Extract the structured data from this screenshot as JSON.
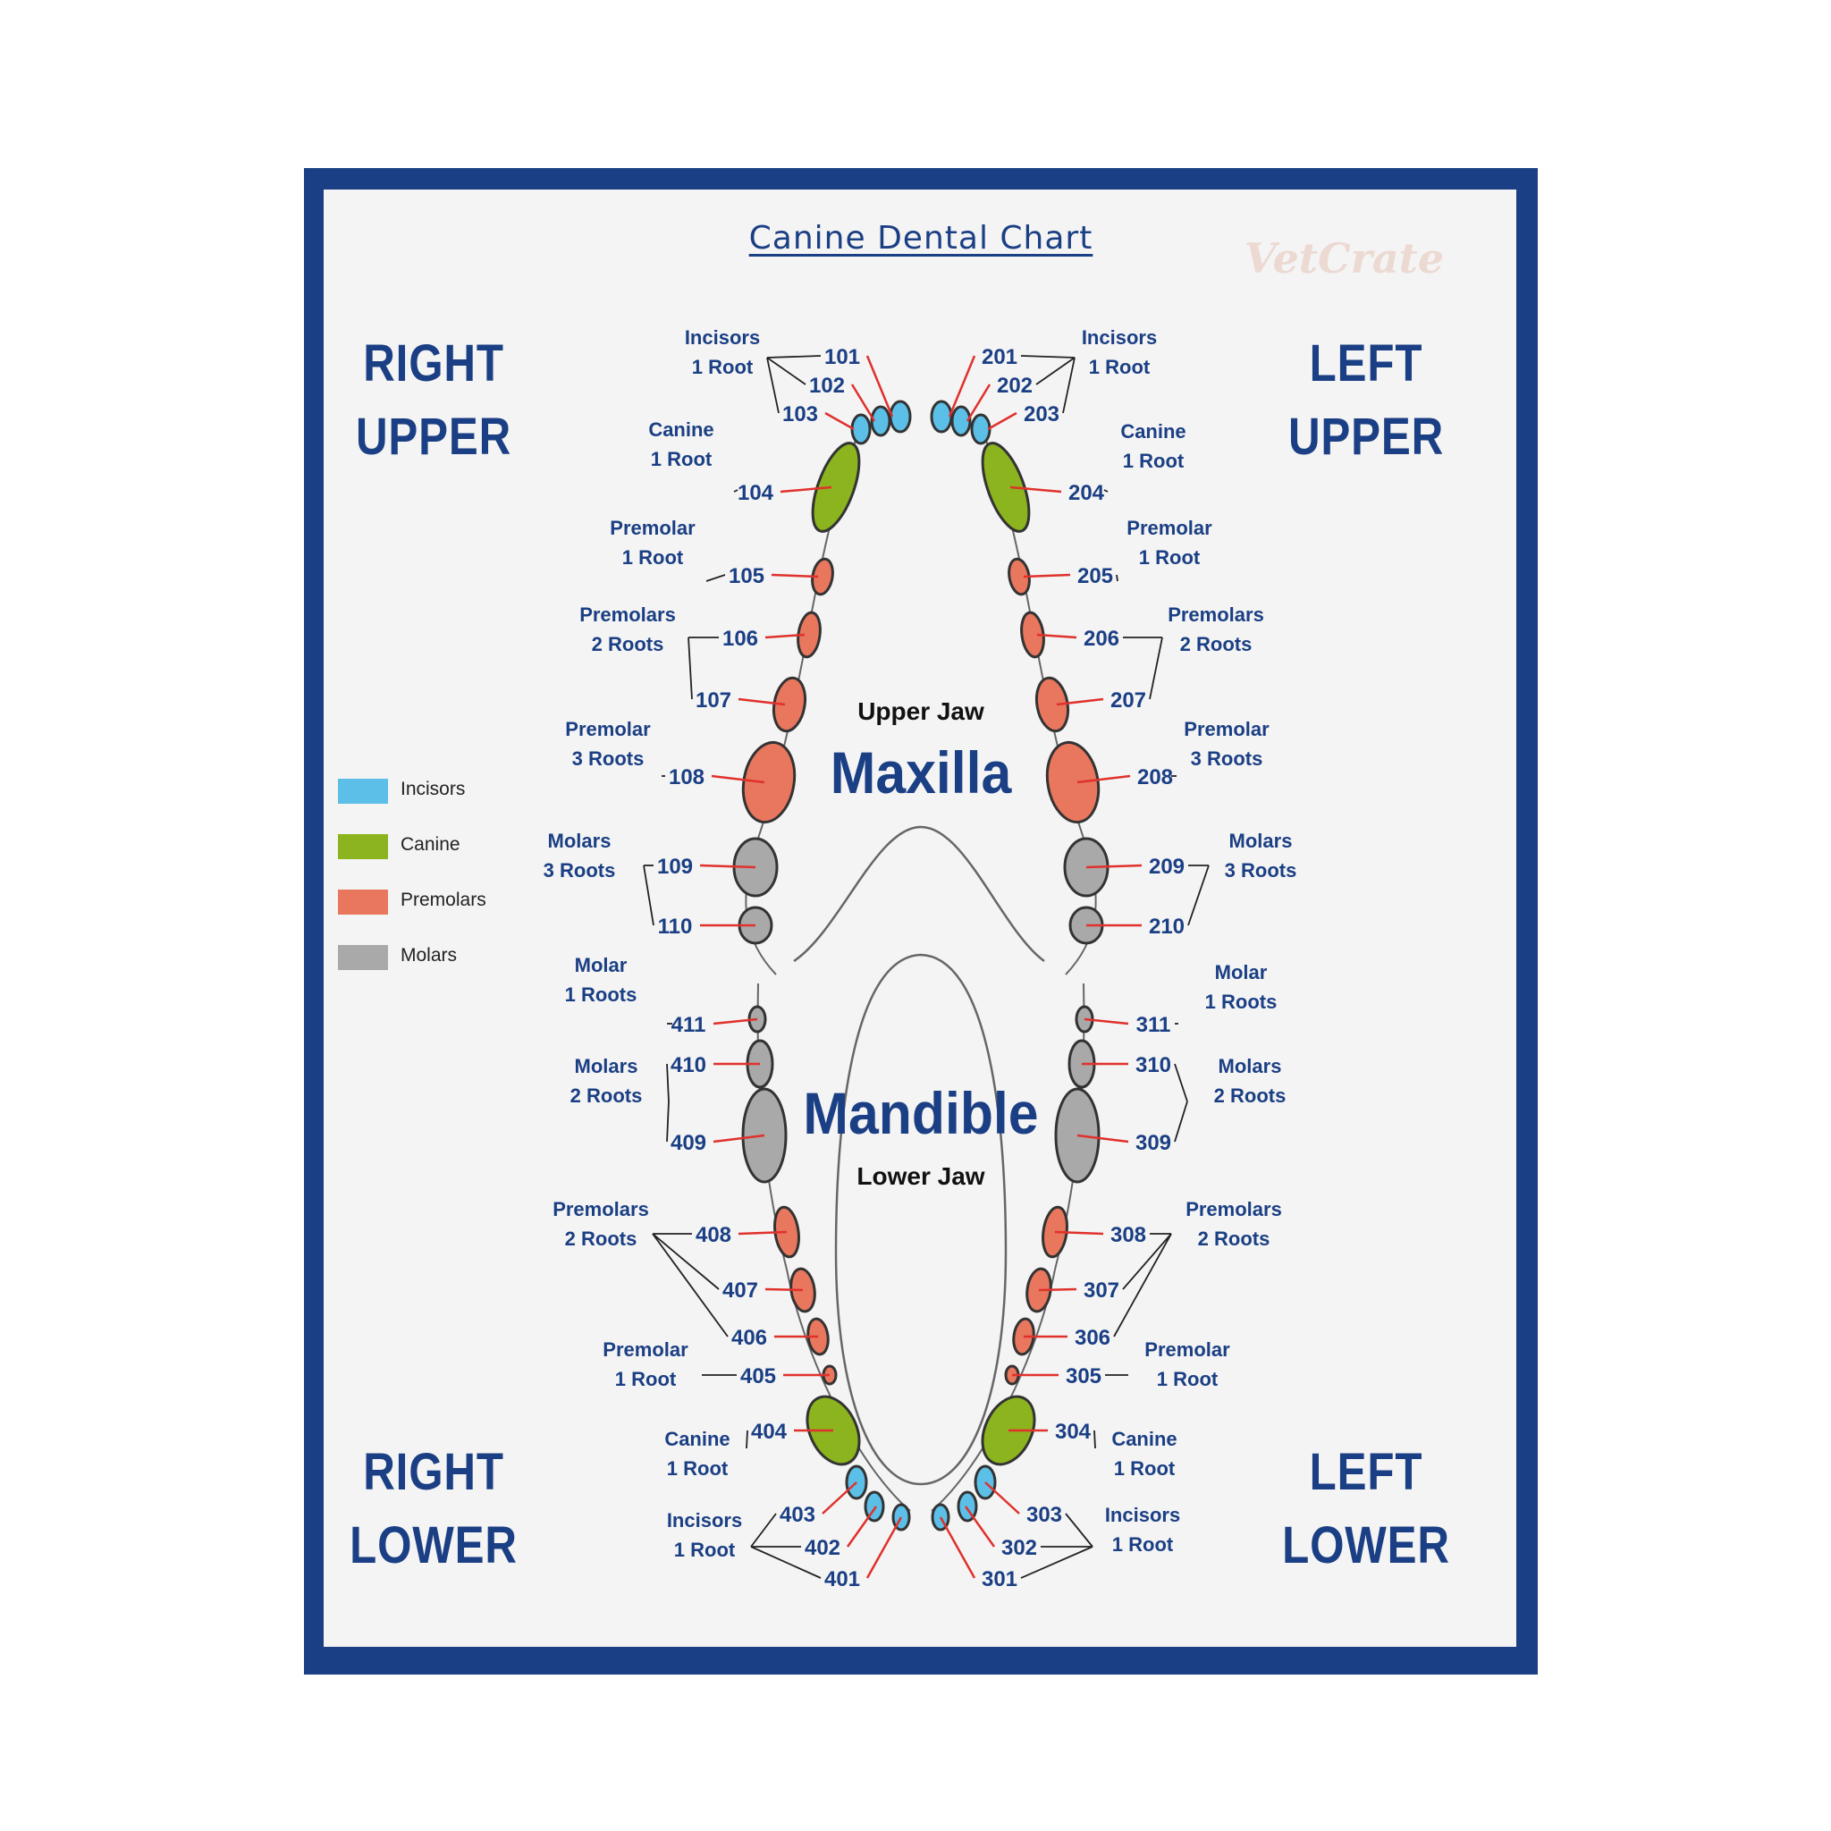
{
  "title": "Canine Dental Chart",
  "logo_text": "VetCrate",
  "quadrants": {
    "right_upper": [
      "RIGHT",
      "UPPER"
    ],
    "left_upper": [
      "LEFT",
      "UPPER"
    ],
    "right_lower": [
      "RIGHT",
      "LOWER"
    ],
    "left_lower": [
      "LEFT",
      "LOWER"
    ]
  },
  "upper_jaw": {
    "label": "Upper Jaw",
    "name": "Maxilla"
  },
  "lower_jaw": {
    "label": "Lower Jaw",
    "name": "Mandible"
  },
  "legend": [
    {
      "label": "Incisors",
      "color": "#5bbfe8"
    },
    {
      "label": "Canine",
      "color": "#8bb41e"
    },
    {
      "label": "Premolars",
      "color": "#e8775e"
    },
    {
      "label": "Molars",
      "color": "#a9a9a9"
    }
  ],
  "colors": {
    "frame": "#1b3f84",
    "label_text": "#1b3f84",
    "pointer_line": "#e0312c"
  },
  "tooth_groups": [
    {
      "lines": [
        "Incisors",
        "1 Root"
      ],
      "teeth": [
        "101",
        "102",
        "103"
      ]
    },
    {
      "lines": [
        "Canine",
        "1 Root"
      ],
      "teeth": [
        "104"
      ]
    },
    {
      "lines": [
        "Premolar",
        "1 Root"
      ],
      "teeth": [
        "105"
      ]
    },
    {
      "lines": [
        "Premolars",
        "2 Roots"
      ],
      "teeth": [
        "106",
        "107"
      ]
    },
    {
      "lines": [
        "Premolar",
        "3 Roots"
      ],
      "teeth": [
        "108"
      ]
    },
    {
      "lines": [
        "Molars",
        "3 Roots"
      ],
      "teeth": [
        "109",
        "110"
      ]
    },
    {
      "lines": [
        "Incisors",
        "1 Root"
      ],
      "teeth": [
        "201",
        "202",
        "203"
      ]
    },
    {
      "lines": [
        "Canine",
        "1 Root"
      ],
      "teeth": [
        "204"
      ]
    },
    {
      "lines": [
        "Premolar",
        "1 Root"
      ],
      "teeth": [
        "205"
      ]
    },
    {
      "lines": [
        "Premolars",
        "2 Roots"
      ],
      "teeth": [
        "206",
        "207"
      ]
    },
    {
      "lines": [
        "Premolar",
        "3 Roots"
      ],
      "teeth": [
        "208"
      ]
    },
    {
      "lines": [
        "Molars",
        "3 Roots"
      ],
      "teeth": [
        "209",
        "210"
      ]
    },
    {
      "lines": [
        "Molar",
        "1 Roots"
      ],
      "teeth": [
        "411"
      ]
    },
    {
      "lines": [
        "Molars",
        "2 Roots"
      ],
      "teeth": [
        "410",
        "409"
      ]
    },
    {
      "lines": [
        "Premolars",
        "2 Roots"
      ],
      "teeth": [
        "408",
        "407",
        "406"
      ]
    },
    {
      "lines": [
        "Premolar",
        "1 Root"
      ],
      "teeth": [
        "405"
      ]
    },
    {
      "lines": [
        "Canine",
        "1 Root"
      ],
      "teeth": [
        "404"
      ]
    },
    {
      "lines": [
        "Incisors",
        "1 Root"
      ],
      "teeth": [
        "403",
        "402",
        "401"
      ]
    },
    {
      "lines": [
        "Molar",
        "1 Roots"
      ],
      "teeth": [
        "311"
      ]
    },
    {
      "lines": [
        "Molars",
        "2 Roots"
      ],
      "teeth": [
        "310",
        "309"
      ]
    },
    {
      "lines": [
        "Premolars",
        "2 Roots"
      ],
      "teeth": [
        "308",
        "307",
        "306"
      ]
    },
    {
      "lines": [
        "Premolar",
        "1 Root"
      ],
      "teeth": [
        "305"
      ]
    },
    {
      "lines": [
        "Canine",
        "1 Root"
      ],
      "teeth": [
        "304"
      ]
    },
    {
      "lines": [
        "Incisors",
        "1 Root"
      ],
      "teeth": [
        "303",
        "302",
        "301"
      ]
    }
  ],
  "teeth": [
    {
      "id": "101",
      "type": "Incisors"
    },
    {
      "id": "102",
      "type": "Incisors"
    },
    {
      "id": "103",
      "type": "Incisors"
    },
    {
      "id": "104",
      "type": "Canine"
    },
    {
      "id": "105",
      "type": "Premolars"
    },
    {
      "id": "106",
      "type": "Premolars"
    },
    {
      "id": "107",
      "type": "Premolars"
    },
    {
      "id": "108",
      "type": "Premolars"
    },
    {
      "id": "109",
      "type": "Molars"
    },
    {
      "id": "110",
      "type": "Molars"
    },
    {
      "id": "201",
      "type": "Incisors"
    },
    {
      "id": "202",
      "type": "Incisors"
    },
    {
      "id": "203",
      "type": "Incisors"
    },
    {
      "id": "204",
      "type": "Canine"
    },
    {
      "id": "205",
      "type": "Premolars"
    },
    {
      "id": "206",
      "type": "Premolars"
    },
    {
      "id": "207",
      "type": "Premolars"
    },
    {
      "id": "208",
      "type": "Premolars"
    },
    {
      "id": "209",
      "type": "Molars"
    },
    {
      "id": "210",
      "type": "Molars"
    },
    {
      "id": "411",
      "type": "Molars"
    },
    {
      "id": "410",
      "type": "Molars"
    },
    {
      "id": "409",
      "type": "Molars"
    },
    {
      "id": "408",
      "type": "Premolars"
    },
    {
      "id": "407",
      "type": "Premolars"
    },
    {
      "id": "406",
      "type": "Premolars"
    },
    {
      "id": "405",
      "type": "Premolars"
    },
    {
      "id": "404",
      "type": "Canine"
    },
    {
      "id": "403",
      "type": "Incisors"
    },
    {
      "id": "402",
      "type": "Incisors"
    },
    {
      "id": "401",
      "type": "Incisors"
    },
    {
      "id": "311",
      "type": "Molars"
    },
    {
      "id": "310",
      "type": "Molars"
    },
    {
      "id": "309",
      "type": "Molars"
    },
    {
      "id": "308",
      "type": "Premolars"
    },
    {
      "id": "307",
      "type": "Premolars"
    },
    {
      "id": "306",
      "type": "Premolars"
    },
    {
      "id": "305",
      "type": "Premolars"
    },
    {
      "id": "304",
      "type": "Canine"
    },
    {
      "id": "303",
      "type": "Incisors"
    },
    {
      "id": "302",
      "type": "Incisors"
    },
    {
      "id": "301",
      "type": "Incisors"
    }
  ]
}
